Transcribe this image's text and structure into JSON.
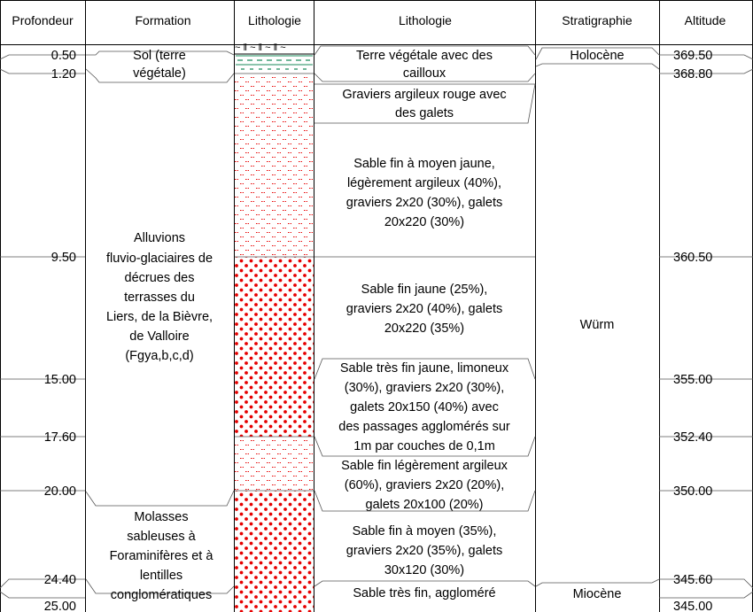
{
  "headers": {
    "profondeur": "Profondeur",
    "formation": "Formation",
    "lithologie_log": "Lithologie",
    "lithologie": "Lithologie",
    "stratigraphie": "Stratigraphie",
    "altitude": "Altitude"
  },
  "depth_ticks": [
    {
      "depth": "0.50",
      "altitude": "369.50"
    },
    {
      "depth": "1.20",
      "altitude": "368.80"
    },
    {
      "depth": "9.50",
      "altitude": "360.50"
    },
    {
      "depth": "15.00",
      "altitude": "355.00"
    },
    {
      "depth": "17.60",
      "altitude": "352.40"
    },
    {
      "depth": "20.00",
      "altitude": "350.00"
    },
    {
      "depth": "24.40",
      "altitude": "345.60"
    },
    {
      "depth": "25.00",
      "altitude": "345.00"
    }
  ],
  "formations": [
    {
      "lines": [
        "Sol (terre",
        "végétale)"
      ]
    },
    {
      "lines": [
        "Alluvions",
        "fluvio-glaciaires de",
        "décrues des",
        "terrasses du",
        "Liers, de la Bièvre,",
        "de Valloire",
        "(Fgya,b,c,d)"
      ]
    },
    {
      "lines": [
        "Molasses",
        "sableuses à",
        "Foraminifères et à",
        "lentilles",
        "conglomératiques"
      ]
    }
  ],
  "lithology_layers": [
    {
      "from": 0.5,
      "to": 1.2,
      "pattern": "soil"
    },
    {
      "from": 1.2,
      "to": 9.5,
      "pattern": "clayey-sand"
    },
    {
      "from": 9.5,
      "to": 17.6,
      "pattern": "gravel-sand"
    },
    {
      "from": 17.6,
      "to": 20.0,
      "pattern": "clayey-sand"
    },
    {
      "from": 20.0,
      "to": 25.0,
      "pattern": "gravel-sand"
    }
  ],
  "lithology_descriptions": [
    {
      "lines": [
        "Terre végétale avec des",
        "cailloux"
      ]
    },
    {
      "lines": [
        "Graviers argileux rouge avec",
        "des galets"
      ]
    },
    {
      "lines": [
        "Sable fin à moyen jaune,",
        "légèrement argileux (40%),",
        "graviers 2x20 (30%), galets",
        "20x220 (30%)"
      ]
    },
    {
      "lines": [
        "Sable fin jaune (25%),",
        "graviers 2x20 (40%), galets",
        "20x220 (35%)"
      ]
    },
    {
      "lines": [
        "Sable très fin jaune, limoneux",
        "(30%), graviers 2x20 (30%),",
        "galets 20x150 (40%) avec",
        "des passages agglomérés sur",
        "1m par couches de 0,1m"
      ]
    },
    {
      "lines": [
        "Sable fin légèrement argileux",
        "(60%), graviers 2x20 (20%),",
        "galets 20x100 (20%)"
      ]
    },
    {
      "lines": [
        "Sable fin à moyen (35%),",
        "graviers 2x20 (35%), galets",
        "30x120 (30%)"
      ]
    },
    {
      "lines": [
        "Sable très fin, aggloméré"
      ]
    }
  ],
  "stratigraphy": [
    {
      "label": "Holocène"
    },
    {
      "label": "Würm"
    },
    {
      "label": "Miocène"
    }
  ],
  "colors": {
    "pattern_red": "#e60000",
    "soil_green": "#1a8a5a",
    "soil_red": "#cc0000",
    "line": "#000000"
  }
}
